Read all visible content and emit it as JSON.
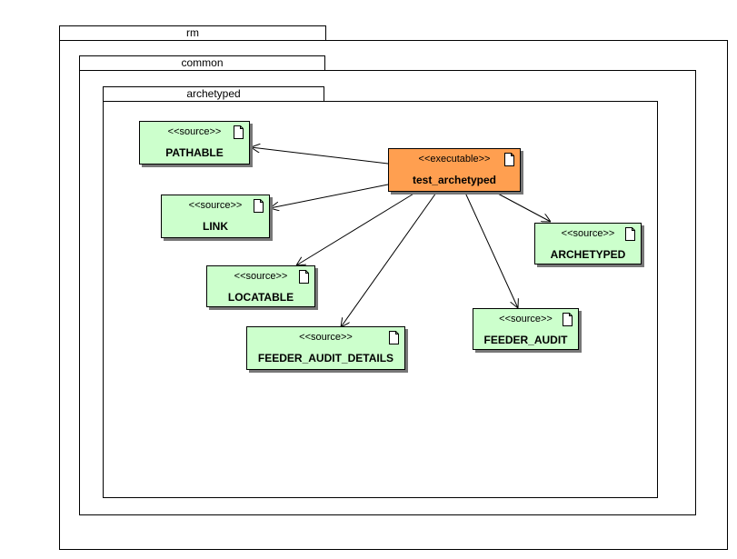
{
  "packages": {
    "rm": "rm",
    "common": "common",
    "archetyped": "archetyped"
  },
  "nodes": {
    "pathable": {
      "stereotype": "<<source>>",
      "name": "PATHABLE"
    },
    "link": {
      "stereotype": "<<source>>",
      "name": "LINK"
    },
    "locatable": {
      "stereotype": "<<source>>",
      "name": "LOCATABLE"
    },
    "feeder_audit_details": {
      "stereotype": "<<source>>",
      "name": "FEEDER_AUDIT_DETAILS"
    },
    "test_archetyped": {
      "stereotype": "<<executable>>",
      "name": "test_archetyped"
    },
    "archetyped": {
      "stereotype": "<<source>>",
      "name": "ARCHETYPED"
    },
    "feeder_audit": {
      "stereotype": "<<source>>",
      "name": "FEEDER_AUDIT"
    }
  },
  "colors": {
    "source_fill": "#ccffcc",
    "executable_fill": "#ff9f50"
  },
  "icons": {
    "document": "document-icon"
  }
}
